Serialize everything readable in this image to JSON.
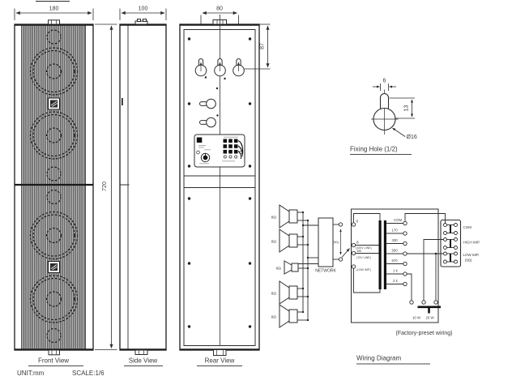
{
  "unit": "UNIT:mm",
  "scale": "SCALE:1/6",
  "views": {
    "front": {
      "title": "Front View",
      "width": "180",
      "height": "720"
    },
    "side": {
      "title": "Side View",
      "depth": "100"
    },
    "rear": {
      "title": "Rear View",
      "hole_span": "80",
      "hole_offset": "87"
    }
  },
  "fixing_hole": {
    "title": "Fixing Hole (1/2)",
    "slot_width": "6",
    "slot_length": "13",
    "diameter": "Ø16"
  },
  "wiring": {
    "title": "Wiring Diagram",
    "preset_note": "(Factory-preset wiring)",
    "network": "NETWORK",
    "speakers": [
      "8Ω",
      "8Ω",
      "8Ω",
      "8Ω",
      "8Ω"
    ],
    "link_impedance": "(8Ω)",
    "input": {
      "t0": "0",
      "t8": "8",
      "t8_sub": "(100V LINE)",
      "t16": "16",
      "t16_sub": "(70V LINE)",
      "t_low": "(LOW IMP.)"
    },
    "secondary_taps": [
      "COM",
      "170",
      "330",
      "500",
      "670",
      "1 k",
      "2 k"
    ],
    "power": {
      "w10": "10 W",
      "w20": "20 W"
    },
    "terminal_block": {
      "com": "COM",
      "high": "HIGH IMP.",
      "low": "LOW IMP.",
      "low_sub": "(8Ω)"
    }
  }
}
